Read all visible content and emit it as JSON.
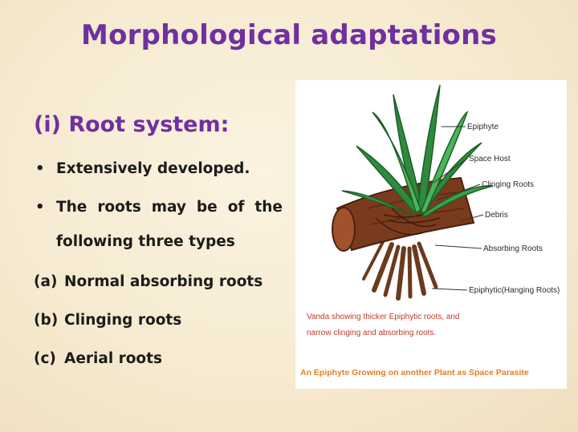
{
  "slide": {
    "title": "Morphological adaptations",
    "subheading": "(i) Root system:",
    "bullets": [
      "Extensively developed.",
      "The roots may be of the following three types"
    ],
    "bullet2_line1_words": [
      "The",
      "roots",
      "may",
      "be",
      "of",
      "the"
    ],
    "bullet2_line2": "following three types",
    "list": [
      {
        "marker": "(a)",
        "text": "Normal absorbing roots"
      },
      {
        "marker": "(b)",
        "text": "Clinging roots"
      },
      {
        "marker": "(c)",
        "text": "Aerial roots"
      }
    ]
  },
  "figure": {
    "labels": {
      "epiphyte": "Epiphyte",
      "space_host": "Space Host",
      "clinging_roots": "Clinging Roots",
      "debris": "Debris",
      "absorbing_roots": "Absorbing Roots",
      "hanging_roots": "Epiphytic(Hanging Roots)"
    },
    "caption_line1": "Vanda showing thicker Epiphytic roots, and",
    "caption_line2": "narrow clinging and absorbing roots.",
    "caption_bottom": "An Epiphyte Growing on another Plant as Space Parasite"
  },
  "colors": {
    "title": "#7030a0",
    "body_text": "#1c1c1c",
    "caption": "#c0392b",
    "caption_bottom": "#e67e22"
  }
}
